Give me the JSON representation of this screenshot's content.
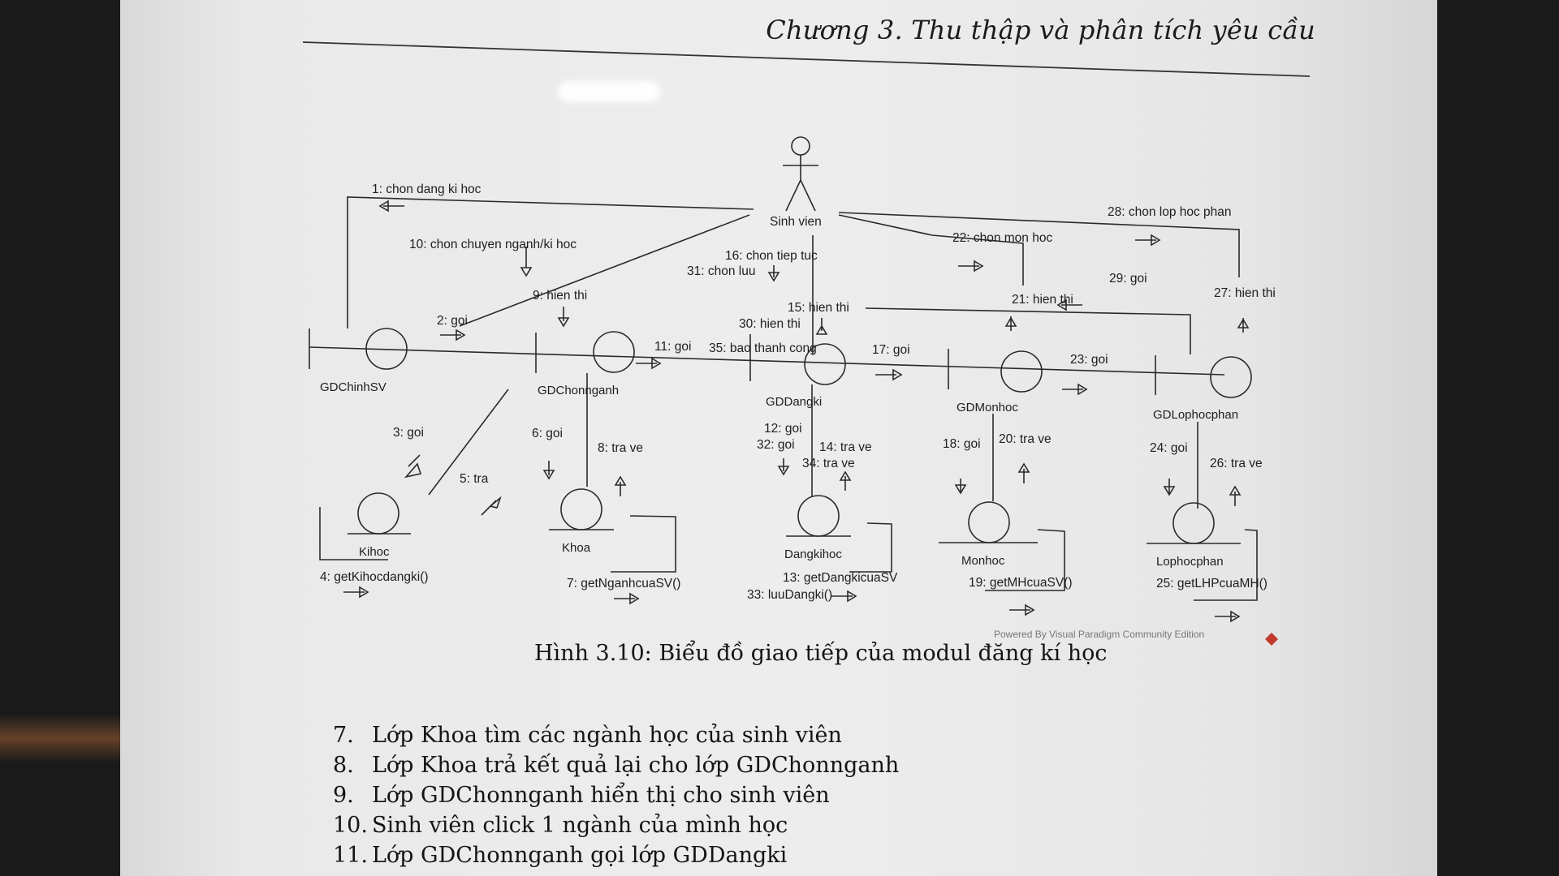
{
  "header": {
    "chapter_title": "Chương 3. Thu thập và phân tích yêu cầu"
  },
  "diagram": {
    "actor": "Sinh vien",
    "objects": {
      "gdchinhsv": "GDChinhSV",
      "gdchonnganh": "GDChonnganh",
      "gddangki": "GDDangki",
      "gdmonhoc": "GDMonhoc",
      "gdlophocphan": "GDLophocphan",
      "kihoc": "Kihoc",
      "khoa": "Khoa",
      "dangkihoc": "Dangkihoc",
      "monhoc": "Monhoc",
      "lophocphan": "Lophocphan"
    },
    "messages": {
      "m1": "1: chon dang ki hoc",
      "m2": "2: goi",
      "m3": "3: goi",
      "m4": "4: getKihocdangki()",
      "m5": "5: tra",
      "m6": "6: goi",
      "m7": "7: getNganhcuaSV()",
      "m8": "8: tra ve",
      "m9": "9: hien thi",
      "m10": "10: chon chuyen nganh/ki hoc",
      "m11": "11: goi",
      "m12": "12: goi",
      "m13": "13: getDangkicuaSV",
      "m14": "14: tra ve",
      "m15": "15: hien thi",
      "m16": "16: chon tiep tuc",
      "m17": "17: goi",
      "m18": "18: goi",
      "m19": "19: getMHcuaSV()",
      "m20": "20: tra ve",
      "m21": "21: hien thi",
      "m22": "22: chon mon hoc",
      "m23": "23: goi",
      "m24": "24: goi",
      "m25": "25: getLHPcuaMH()",
      "m26": "26: tra ve",
      "m27": "27: hien thi",
      "m28": "28: chon lop hoc phan",
      "m29": "29: goi",
      "m30": "30: hien thi",
      "m31": "31: chon luu",
      "m32": "32: goi",
      "m33": "33: luuDangki()",
      "m34": "34: tra ve",
      "m35": "35: bao thanh cong"
    },
    "watermark": "Powered By Visual Paradigm Community Edition"
  },
  "caption": "Hình 3.10: Biểu đồ giao tiếp của modul đăng kí học",
  "list": [
    {
      "num": "7.",
      "text": "Lớp Khoa tìm các ngành học của sinh viên"
    },
    {
      "num": "8.",
      "text": "Lớp Khoa trả kết quả lại cho lớp GDChonnganh"
    },
    {
      "num": "9.",
      "text": "Lớp GDChonnganh hiển thị cho sinh viên"
    },
    {
      "num": "10.",
      "text": "Sinh viên click 1 ngành của mình học"
    },
    {
      "num": "11.",
      "text": "Lớp GDChonnganh gọi lớp GDDangki"
    }
  ]
}
